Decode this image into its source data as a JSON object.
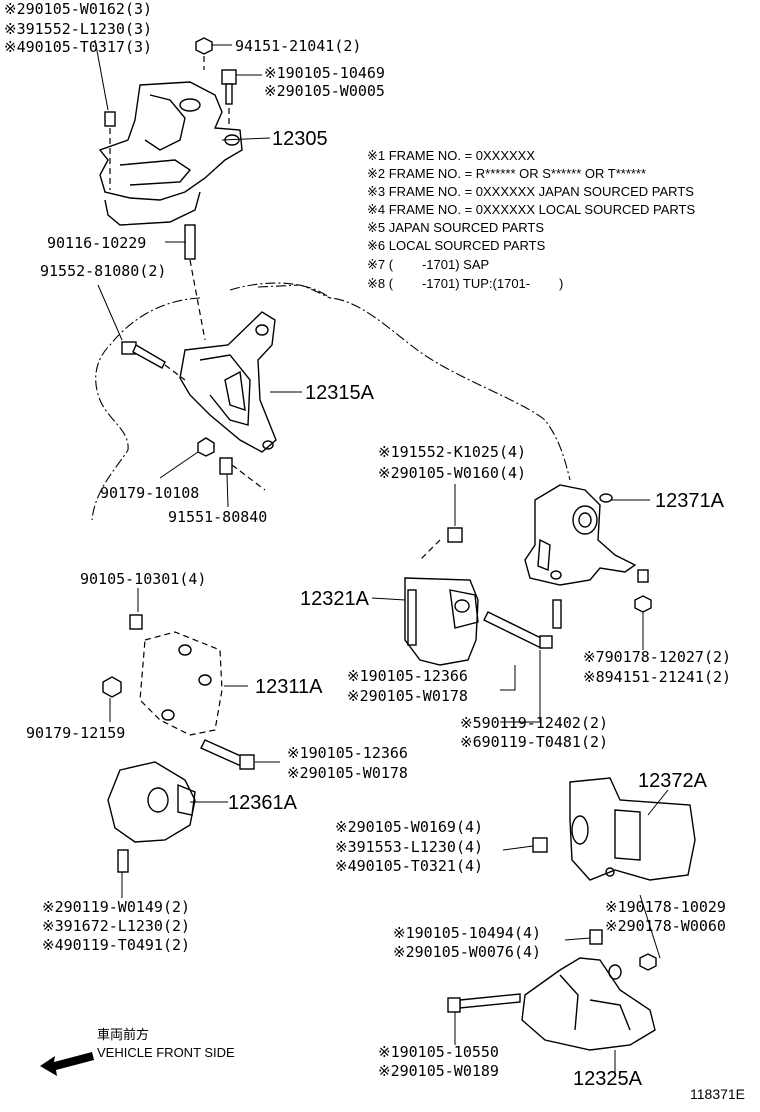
{
  "labels": {
    "l1": "※290105-W0162(3)",
    "l2": "※391552-L1230(3)",
    "l3": "※490105-T0317(3)",
    "l4": "94151-21041(2)",
    "l5": "※190105-10469",
    "l6": "※290105-W0005",
    "l7": "90116-10229",
    "l8": "91552-81080(2)",
    "l9": "90179-10108",
    "l10": "91551-80840",
    "l11": "※191552-K1025(4)",
    "l12": "※290105-W0160(4)",
    "l13": "90105-10301(4)",
    "l14": "※190105-12366",
    "l15": "※290105-W0178",
    "l16": "90179-12159",
    "l17": "※190105-12366",
    "l18": "※290105-W0178",
    "l19": "※590119-12402(2)",
    "l20": "※690119-T0481(2)",
    "l21": "※790178-12027(2)",
    "l22": "※894151-21241(2)",
    "l23": "※290119-W0149(2)",
    "l24": "※391672-L1230(2)",
    "l25": "※490119-T0491(2)",
    "l26": "※290105-W0169(4)",
    "l27": "※391553-L1230(4)",
    "l28": "※490105-T0321(4)",
    "l29": "※190178-10029",
    "l30": "※290178-W0060",
    "l31": "※190105-10494(4)",
    "l32": "※290105-W0076(4)",
    "l33": "※190105-10550",
    "l34": "※290105-W0189"
  },
  "parts": {
    "p1": "12305",
    "p2": "12315A",
    "p3": "12371A",
    "p4": "12321A",
    "p5": "12311A",
    "p6": "12361A",
    "p7": "12372A",
    "p8": "12325A"
  },
  "notes": [
    "※1 FRAME NO. = 0XXXXXX",
    "※2 FRAME NO. = R****** OR S****** OR T******",
    "※3 FRAME NO. = 0XXXXXX JAPAN SOURCED PARTS",
    "※4 FRAME NO. = 0XXXXXX LOCAL SOURCED PARTS",
    "※5 JAPAN SOURCED PARTS",
    "※6 LOCAL SOURCED PARTS",
    "※7 (        -1701) SAP",
    "※8 (        -1701) TUP:(1701-        )"
  ],
  "direction": {
    "jp": "車両前方",
    "en": "VEHICLE FRONT SIDE"
  },
  "diagram_code": "118371E"
}
